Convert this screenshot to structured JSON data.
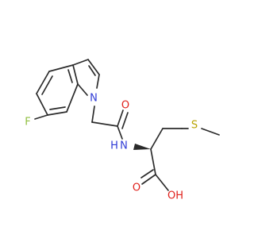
{
  "diagram": {
    "atom_labels": {
      "fluorine": "F",
      "indole_nitrogen": "N",
      "amide_oxygen": "O",
      "amide_nitrogen": "N",
      "amide_hydrogen": "H",
      "sulfur": "S",
      "acid_oxygen": "O",
      "hydroxyl": "OH"
    },
    "colors": {
      "bond": "#2b2b2b",
      "carbon_text": "#2b2b2b",
      "fluorine": "#8fbf3f",
      "nitrogen": "#2f3bd6",
      "oxygen": "#e0201b",
      "sulfur": "#b8a300"
    }
  }
}
